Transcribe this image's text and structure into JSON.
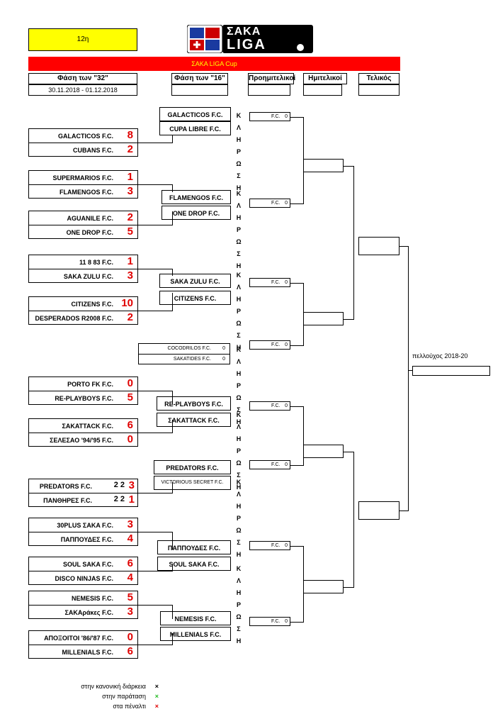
{
  "round_label": "12η",
  "logo": {
    "line1": "ΣΑΚΑ",
    "line2": "LIGA"
  },
  "cup_title": "ΣΑΚΑ LIGA Cup",
  "stages": {
    "r32": "Φάση των \"32\"",
    "r32_dates": "30.11.2018 - 01.12.2018",
    "r16": "Φάση των \"16\"",
    "qf": "Προημιτελικοί",
    "sf": "Ημιτελικοί",
    "final": "Τελικός"
  },
  "champion_label": "πελλούχος 2018-20",
  "vertical_word": [
    "Κ",
    "Λ",
    "Η",
    "Ρ",
    "Ω",
    "Σ",
    "Η"
  ],
  "r32_matches": [
    {
      "home": "GALACTICOS F.C.",
      "home_score": "8",
      "away": "CUBANS F.C.",
      "away_score": "2"
    },
    {
      "home": "SUPERMARIOS F.C.",
      "home_score": "1",
      "away": "FLAMENGOS F.C.",
      "away_score": "3"
    },
    {
      "home": "AGUANILE F.C.",
      "home_score": "2",
      "away": "ONE DROP F.C.",
      "away_score": "5"
    },
    {
      "home": "11 8 83 F.C.",
      "home_score": "1",
      "away": "SAKA ZULU F.C.",
      "away_score": "3"
    },
    {
      "home": "CITIZENS F.C.",
      "home_score": "10",
      "away": "DESPERADOS R2008 F.C.",
      "away_score": "2"
    },
    {
      "home": "PORTO FK F.C.",
      "home_score": "0",
      "away": "RE-PLAYBOYS F.C.",
      "away_score": "5"
    },
    {
      "home": "ΣΑΚATTACK F.C.",
      "home_score": "6",
      "away": "ΣΕΛΕΣΑΟ '94/'95 F.C.",
      "away_score": "0"
    },
    {
      "home": "PREDATORS F.C.",
      "home_score": "2 2",
      "home_pen": "3",
      "away": "ΠΑΝΘΗΡΕΣ F.C.",
      "away_score": "2 2",
      "away_pen": "1"
    },
    {
      "home": "30PLUS ΣAKA F.C.",
      "home_score": "3",
      "away": "ΠΑΠΠΟΥΔΕΣ F.C.",
      "away_score": "4"
    },
    {
      "home": "SOUL SAKA F.C.",
      "home_score": "6",
      "away": "DISCO NINJAS F.C.",
      "away_score": "4"
    },
    {
      "home": "NEMESIS F.C.",
      "home_score": "5",
      "away": "ΣΑΚΑράκες F.C.",
      "away_score": "3"
    },
    {
      "home": "ΑΠΟΞΟΙΤΟΙ '86/'87 F.C.",
      "home_score": "0",
      "away": "MILLENIALS F.C.",
      "away_score": "6"
    }
  ],
  "r16_teams": [
    "GALACTICOS F.C.",
    "CUPA LIBRE F.C.",
    "FLAMENGOS F.C.",
    "ONE DROP F.C.",
    "SAKA ZULU F.C.",
    "CITIZENS F.C.",
    "RE-PLAYBOYS F.C.",
    "ΣΑΚATTACK F.C.",
    "PREDATORS F.C.",
    "VICTORIOUS SECRET F.C.",
    "ΠΑΠΠΟΥΔΕΣ F.C.",
    "SOUL SAKA F.C.",
    "NEMESIS F.C.",
    "MILLENIALS F.C."
  ],
  "r16_bye_pair": {
    "a": "COCODRILOS F.C.",
    "a_score": "0",
    "b": "SAKATIDES F.C.",
    "b_score": "0"
  },
  "qf_slot": {
    "label": "F.C.",
    "score": "0"
  },
  "legend": [
    {
      "text": "στην κανονική διάρκεια",
      "mark": "×",
      "color": "#000000"
    },
    {
      "text": "στην παράταση",
      "mark": "×",
      "color": "#22bb22"
    },
    {
      "text": "στα πέναλτι",
      "mark": "×",
      "color": "#e00000"
    }
  ],
  "colors": {
    "yellow": "#ffff00",
    "red": "#ff0000",
    "score_red": "#e00000"
  }
}
